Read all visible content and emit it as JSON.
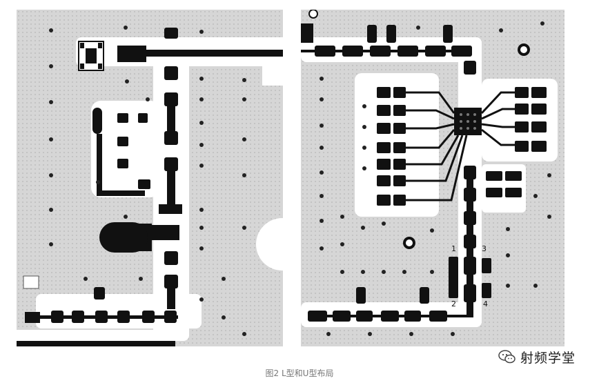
{
  "figure": {
    "caption": "图2 L型和U型布局",
    "watermark": "射频学堂",
    "watermark_icon": "wechat-icon",
    "colors": {
      "board": "#d6d6d6",
      "copper": "#111111",
      "trace_clearance": "#ffffff",
      "via": "#222222",
      "caption": "#777777"
    },
    "left_panel": {
      "labels": []
    },
    "right_panel": {
      "labels": [
        "1",
        "3",
        "2",
        "4"
      ]
    }
  }
}
